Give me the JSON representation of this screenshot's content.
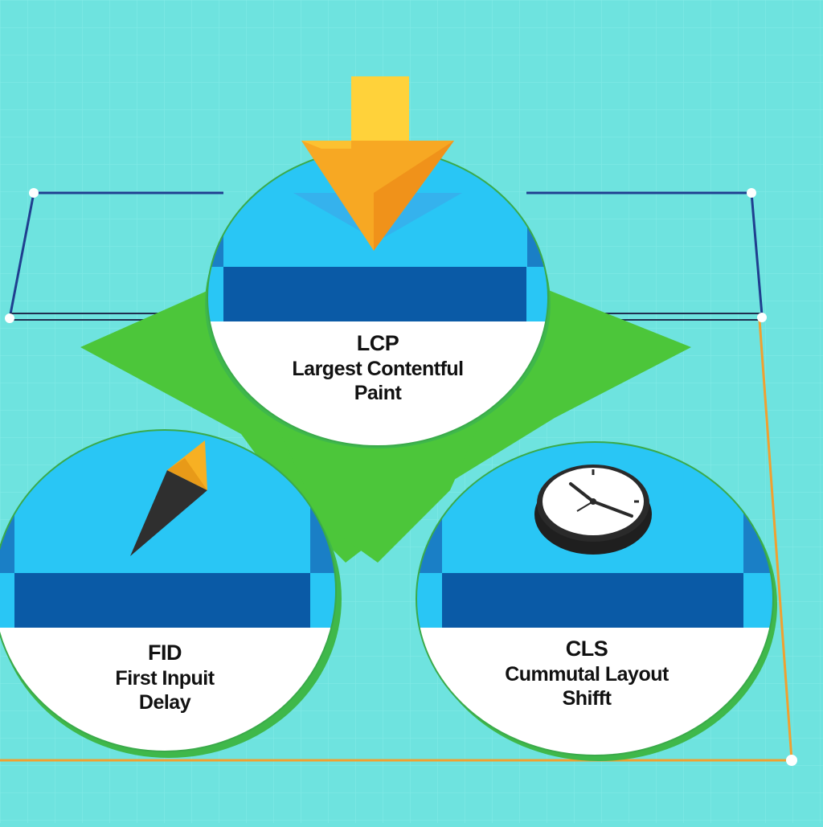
{
  "colors": {
    "background": "#6ee3df",
    "grid": "#7fe8e4",
    "green": "#4cc63a",
    "disc_blue": "#29c6f5",
    "band_blue": "#0a5aa6",
    "rim_blue": "#1a7fc6",
    "white": "#ffffff",
    "arrow_orange": "#f7a823",
    "arrow_yellow": "#ffd23a",
    "pointer_dark": "#2f2f2f",
    "frame_navy": "#1f3f8f",
    "frame_orange": "#f0a030"
  },
  "metrics": [
    {
      "abbr": "LCP",
      "full_line1": "Largest Contentful",
      "full_line2": "Paint",
      "icon": "down-arrow-icon"
    },
    {
      "abbr": "FID",
      "full_line1": "First Inpuit",
      "full_line2": "Delay",
      "icon": "pointer-cursor-icon"
    },
    {
      "abbr": "CLS",
      "full_line1": "Cummutal Layout",
      "full_line2": "Shifft",
      "icon": "clock-icon"
    }
  ]
}
